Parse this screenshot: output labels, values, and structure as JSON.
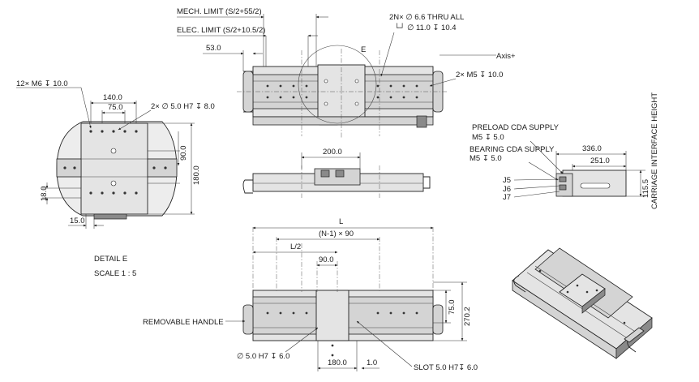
{
  "labels": {
    "mech_limit": "MECH. LIMIT (S/2+55/2)",
    "thru_all": "2N× ∅ 6.6 THRU ALL",
    "counterbore": "└┘ ∅ 11.0 ↧ 10.4",
    "elec_limit": "ELEC. LIMIT (S/2+10.5/2)",
    "top_53": "53.0",
    "detail_ref": "E",
    "axis": "Axis+",
    "m5_tap": "2× M5 ↧ 10.0",
    "m6_tap": "12× M6 ↧ 10.0",
    "dim_140": "140.0",
    "dim_75": "75.0",
    "pin_hole": "2× ∅ 5.0 H7 ↧ 8.0",
    "dim_90": "90.0",
    "dim_180_v": "180.0",
    "dim_18": "18.0",
    "dim_15": "15.0",
    "detail_title": "DETAIL  E",
    "detail_scale": "SCALE  1 : 5",
    "dim_200": "200.0",
    "preload_cda": "PRELOAD CDA SUPPLY",
    "preload_m5": "M5 ↧ 5.0",
    "bearing_cda": "BEARING CDA SUPPLY",
    "bearing_m5": "M5 ↧ 5.0",
    "dim_336": "336.0",
    "dim_251": "251.0",
    "j5": "J5",
    "j6": "J6",
    "j7": "J7",
    "dim_115_5": "115.5",
    "carriage_height": "CARRIAGE INTERFACE HEIGHT",
    "dim_L": "L",
    "dim_n1x90": "(N-1) × 90",
    "dim_L2": "L/2",
    "dim_90_bottom": "90.0",
    "dim_75_bottom": "75.0",
    "dim_270": "270.2",
    "removable_handle": "REMOVABLE HANDLE",
    "pin_bottom": "∅ 5.0 H7 ↧ 6.0",
    "dim_180_bottom": "180.0",
    "dim_1_0": "1.0",
    "slot": "SLOT 5.0 H7↧ 6.0"
  }
}
